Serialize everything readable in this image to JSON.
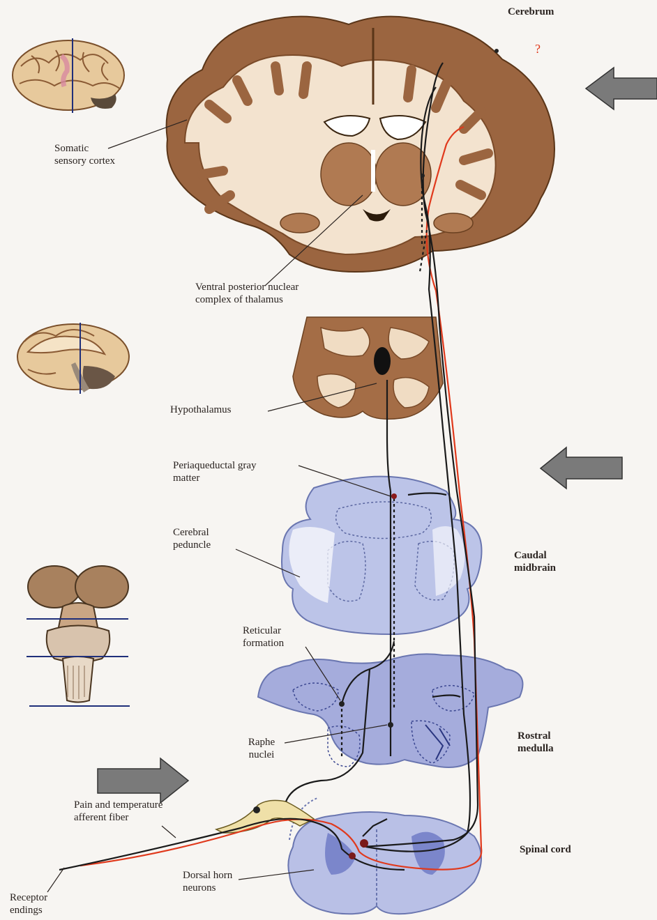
{
  "labels": {
    "cerebrum": "Cerebrum",
    "question_mark": "?",
    "somatic_1": "Somatic",
    "somatic_2": "sensory cortex",
    "vpn_1": "Ventral posterior nuclear",
    "vpn_2": "complex of thalamus",
    "hypothalamus": "Hypothalamus",
    "pag_1": "Periaqueductal gray",
    "pag_2": "matter",
    "peduncle_1": "Cerebral",
    "peduncle_2": "peduncle",
    "caudal_1": "Caudal",
    "caudal_2": "midbrain",
    "reticular_1": "Reticular",
    "reticular_2": "formation",
    "raphe_1": "Raphe",
    "raphe_2": "nuclei",
    "rostral_1": "Rostral",
    "rostral_2": "medulla",
    "afferent_1": "Pain and temperature",
    "afferent_2": "afferent fiber",
    "spinal": "Spinal cord",
    "dorsal_1": "Dorsal horn",
    "dorsal_2": "neurons",
    "receptor_1": "Receptor",
    "receptor_2": "endings"
  },
  "colors": {
    "background": "#f7f5f2",
    "brain_tissue": "#9b6540",
    "white_matter": "#f3e3cf",
    "stain_blue": "#b8c1e6",
    "pathway_black": "#1a1a1a",
    "pathway_red": "#e0391c",
    "arrow_gray": "#7a7a7a"
  },
  "arrows": [
    {
      "name": "cerebrum-pointer-arrow",
      "direction": "left"
    },
    {
      "name": "midbrain-pointer-arrow",
      "direction": "left"
    },
    {
      "name": "afferent-pointer-arrow",
      "direction": "right"
    }
  ]
}
